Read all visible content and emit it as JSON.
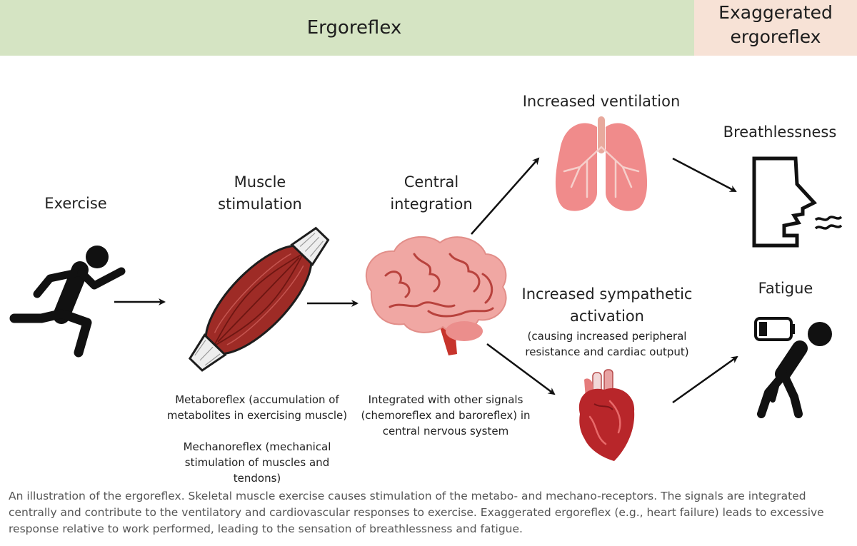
{
  "header": {
    "ergoreflex": "Ergoreflex",
    "exaggerated": "Exaggerated\nergoreflex"
  },
  "nodes": {
    "exercise": "Exercise",
    "muscle": "Muscle\nstimulation",
    "central": "Central\nintegration",
    "ventilation": "Increased ventilation",
    "sympathetic": "Increased sympathetic\nactivation",
    "sympathetic_note": "(causing increased peripheral\nresistance and cardiac output)",
    "breathlessness": "Breathlessness",
    "fatigue": "Fatigue"
  },
  "notes": {
    "metaboreflex": "Metaboreflex (accumulation of\nmetabolites in exercising muscle)",
    "mechanoreflex": "Mechanoreflex (mechanical\nstimulation of muscles and\ntendons)",
    "integrated": "Integrated with other signals\n(chemoreflex and baroreflex) in\ncentral nervous system"
  },
  "caption": "An illustration of the ergoreflex. Skeletal muscle exercise causes stimulation of the metabo- and mechano-receptors. The signals are integrated centrally and contribute to the ventilatory and cardiovascular responses to exercise. Exaggerated ergoreflex (e.g., heart failure) leads to excessive response relative to work performed, leading to the sensation of breathlessness and fatigue.",
  "colors": {
    "ergoreflex_band": "#d5e4c3",
    "exaggerated_band": "#f7e2d6",
    "muscle": "#9e2b26",
    "brain": "#f0a7a3",
    "lung": "#f08b8b",
    "heart": "#b8262a"
  }
}
